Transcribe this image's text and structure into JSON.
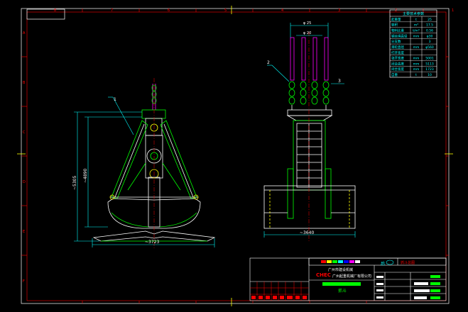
{
  "drawing": {
    "dims": {
      "front_overall_height": "~5305",
      "front_inner_height": "~4890",
      "front_width": "~3723",
      "side_width": "~3640",
      "top_width_outer": "φ 25",
      "top_width_inner": "φ 20"
    },
    "leaders": {
      "front_label": "1",
      "side_left_label": "2",
      "side_right_label": "3"
    },
    "spec_table": {
      "title": "主要技术参数",
      "rows": [
        {
          "name": "起重量",
          "unit": "t",
          "value": "25"
        },
        {
          "name": "容积",
          "unit": "m³",
          "value": "17.5"
        },
        {
          "name": "物料比重",
          "unit": "t/m³",
          "value": "0.56"
        },
        {
          "name": "钢丝绳直径",
          "unit": "mm",
          "value": "φ30"
        },
        {
          "name": "分支数",
          "unit": "",
          "value": "3"
        },
        {
          "name": "滑轮直径",
          "unit": "mm",
          "value": "φ560"
        },
        {
          "name": "打开宽度",
          "unit": "",
          "value": ""
        },
        {
          "name": "张开宽度",
          "unit": "mm",
          "value": "5001"
        },
        {
          "name": "闭合高度",
          "unit": "mm",
          "value": "5113"
        },
        {
          "name": "闭合宽度",
          "unit": "mm",
          "value": "1723"
        },
        {
          "name": "自重",
          "unit": "t",
          "value": "10"
        }
      ]
    },
    "title_block": {
      "company_top": "广州市建设机械",
      "logo_text": "CHEC",
      "company_full": "广州起重机械厂有限公司",
      "drawing_name": "抓斗",
      "product_header": "抓斗总图",
      "logo_mark": "后",
      "accent_colors": [
        "#ff0000",
        "#ffff00",
        "#00ff00",
        "#00ffff",
        "#0000ff",
        "#ff00ff",
        "#ffffff"
      ]
    },
    "border_zones_top": [
      "8",
      "7",
      "6",
      "5",
      "4",
      "3",
      "2",
      "1"
    ],
    "border_zones_side": [
      "A",
      "B",
      "C",
      "D",
      "E",
      "F"
    ]
  }
}
